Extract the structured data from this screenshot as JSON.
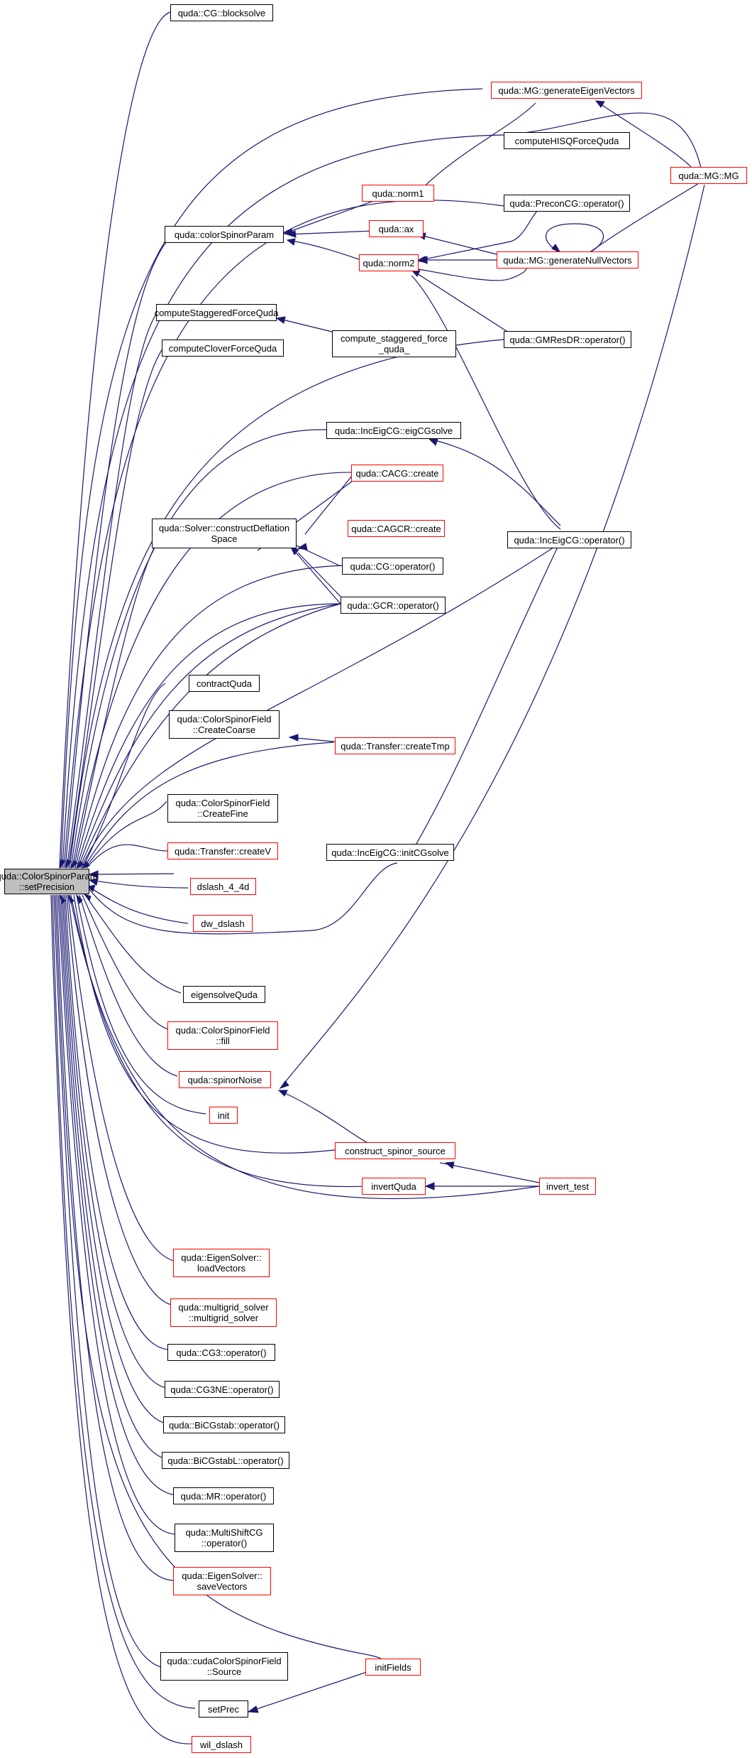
{
  "colors": {
    "edge": "#191970",
    "node_border": "#000000",
    "node_border_truncated": "#ff0000",
    "root_fill": "#bfbfbf"
  },
  "nodes": {
    "root": [
      "quda::ColorSpinorParam",
      "::setPrecision"
    ],
    "cg_blocksolve": [
      "quda::CG::blocksolve"
    ],
    "mg_generate_eigenvectors": [
      "quda::MG::generateEigenVectors"
    ],
    "mg_mg": [
      "quda::MG::MG"
    ],
    "compute_hisq_force_quda": [
      "computeHISQForceQuda"
    ],
    "quda_norm1": [
      "quda::norm1"
    ],
    "precon_cg_operator": [
      "quda::PreconCG::operator()"
    ],
    "color_spinor_param": [
      "quda::colorSpinorParam"
    ],
    "quda_ax": [
      "quda::ax"
    ],
    "quda_norm2": [
      "quda::norm2"
    ],
    "mg_generate_null_vectors": [
      "quda::MG::generateNullVectors"
    ],
    "compute_staggered_force_quda": [
      "computeStaggeredForceQuda"
    ],
    "compute_staggered_force_quda_": [
      "compute_staggered_force",
      "_quda_"
    ],
    "gmresdr_operator": [
      "quda::GMResDR::operator()"
    ],
    "compute_clover_force_quda": [
      "computeCloverForceQuda"
    ],
    "inc_eig_cg_eigcgsolve": [
      "quda::IncEigCG::eigCGsolve"
    ],
    "cacg_create": [
      "quda::CACG::create"
    ],
    "solver_construct_deflation_space": [
      "quda::Solver::constructDeflation",
      "Space"
    ],
    "cagcr_create": [
      "quda::CAGCR::create"
    ],
    "inc_eig_cg_operator": [
      "quda::IncEigCG::operator()"
    ],
    "cg_operator": [
      "quda::CG::operator()"
    ],
    "gcr_operator": [
      "quda::GCR::operator()"
    ],
    "contract_quda": [
      "contractQuda"
    ],
    "csf_create_coarse": [
      "quda::ColorSpinorField",
      "::CreateCoarse"
    ],
    "transfer_create_tmp": [
      "quda::Transfer::createTmp"
    ],
    "csf_create_fine": [
      "quda::ColorSpinorField",
      "::CreateFine"
    ],
    "transfer_create_v": [
      "quda::Transfer::createV"
    ],
    "inc_eig_cg_init_cg_solve": [
      "quda::IncEigCG::initCGsolve"
    ],
    "dslash_4_4d": [
      "dslash_4_4d"
    ],
    "dw_dslash": [
      "dw_dslash"
    ],
    "eigensolve_quda": [
      "eigensolveQuda"
    ],
    "csf_fill": [
      "quda::ColorSpinorField",
      "::fill"
    ],
    "spinor_noise": [
      "quda::spinorNoise"
    ],
    "init": [
      "init"
    ],
    "construct_spinor_source": [
      "construct_spinor_source"
    ],
    "invert_quda": [
      "invertQuda"
    ],
    "invert_test": [
      "invert_test"
    ],
    "eigensolver_load_vectors": [
      "quda::EigenSolver::",
      "loadVectors"
    ],
    "multigrid_solver": [
      "quda::multigrid_solver",
      "::multigrid_solver"
    ],
    "cg3_operator": [
      "quda::CG3::operator()"
    ],
    "cg3ne_operator": [
      "quda::CG3NE::operator()"
    ],
    "bicgstab_operator": [
      "quda::BiCGstab::operator()"
    ],
    "bicgstabl_operator": [
      "quda::BiCGstabL::operator()"
    ],
    "mr_operator": [
      "quda::MR::operator()"
    ],
    "multishift_cg_operator": [
      "quda::MultiShiftCG",
      "::operator()"
    ],
    "eigensolver_save_vectors": [
      "quda::EigenSolver::",
      "saveVectors"
    ],
    "cuda_csf_source": [
      "quda::cudaColorSpinorField",
      "::Source"
    ],
    "init_fields": [
      "initFields"
    ],
    "set_prec": [
      "setPrec"
    ],
    "wil_dslash": [
      "wil_dslash"
    ]
  }
}
